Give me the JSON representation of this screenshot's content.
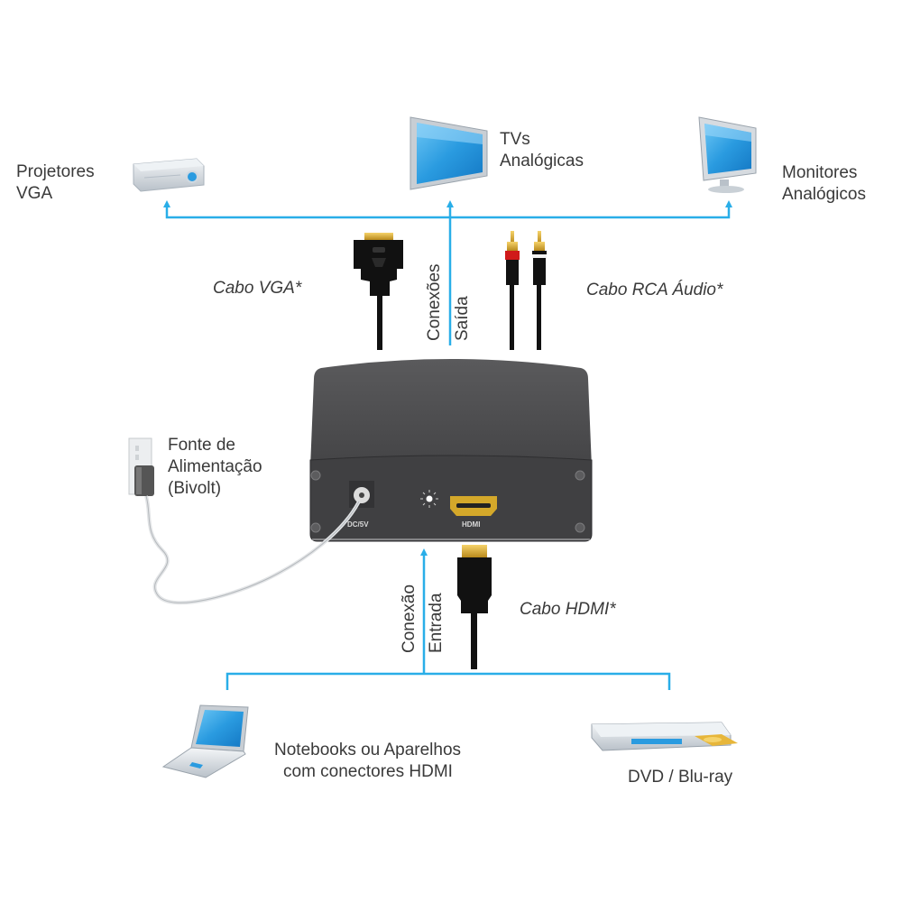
{
  "colors": {
    "connector_line": "#29aee8",
    "device_body": "#4a4a4c",
    "device_front": "#3f3f41",
    "gold": "#d4a82a",
    "rca_red": "#d01a1a",
    "screen_blue": "#2a9be0"
  },
  "outputs": {
    "projector": {
      "label": [
        "Projetores",
        "VGA"
      ],
      "icon": "projector-icon"
    },
    "tv": {
      "label": [
        "TVs",
        "Analógicas"
      ],
      "icon": "tv-icon"
    },
    "monitor": {
      "label": [
        "Monitores",
        "Analógicos"
      ],
      "icon": "monitor-icon"
    }
  },
  "output_connection_label": [
    "Conexões",
    "Saída"
  ],
  "cables": {
    "vga": "Cabo VGA*",
    "rca": "Cabo RCA Áudio*",
    "hdmi": "Cabo HDMI*"
  },
  "device": {
    "power_port_label": "DC/5V",
    "hdmi_port_label": "HDMI"
  },
  "power_supply": {
    "label": [
      "Fonte de",
      "Alimentação",
      "(Bivolt)"
    ]
  },
  "input_connection_label": [
    "Conexão",
    "Entrada"
  ],
  "inputs": {
    "notebook": {
      "label": [
        "Notebooks ou Aparelhos",
        "com conectores HDMI"
      ],
      "icon": "laptop-icon"
    },
    "dvd": {
      "label": "DVD / Blu-ray",
      "icon": "dvd-player-icon"
    }
  }
}
